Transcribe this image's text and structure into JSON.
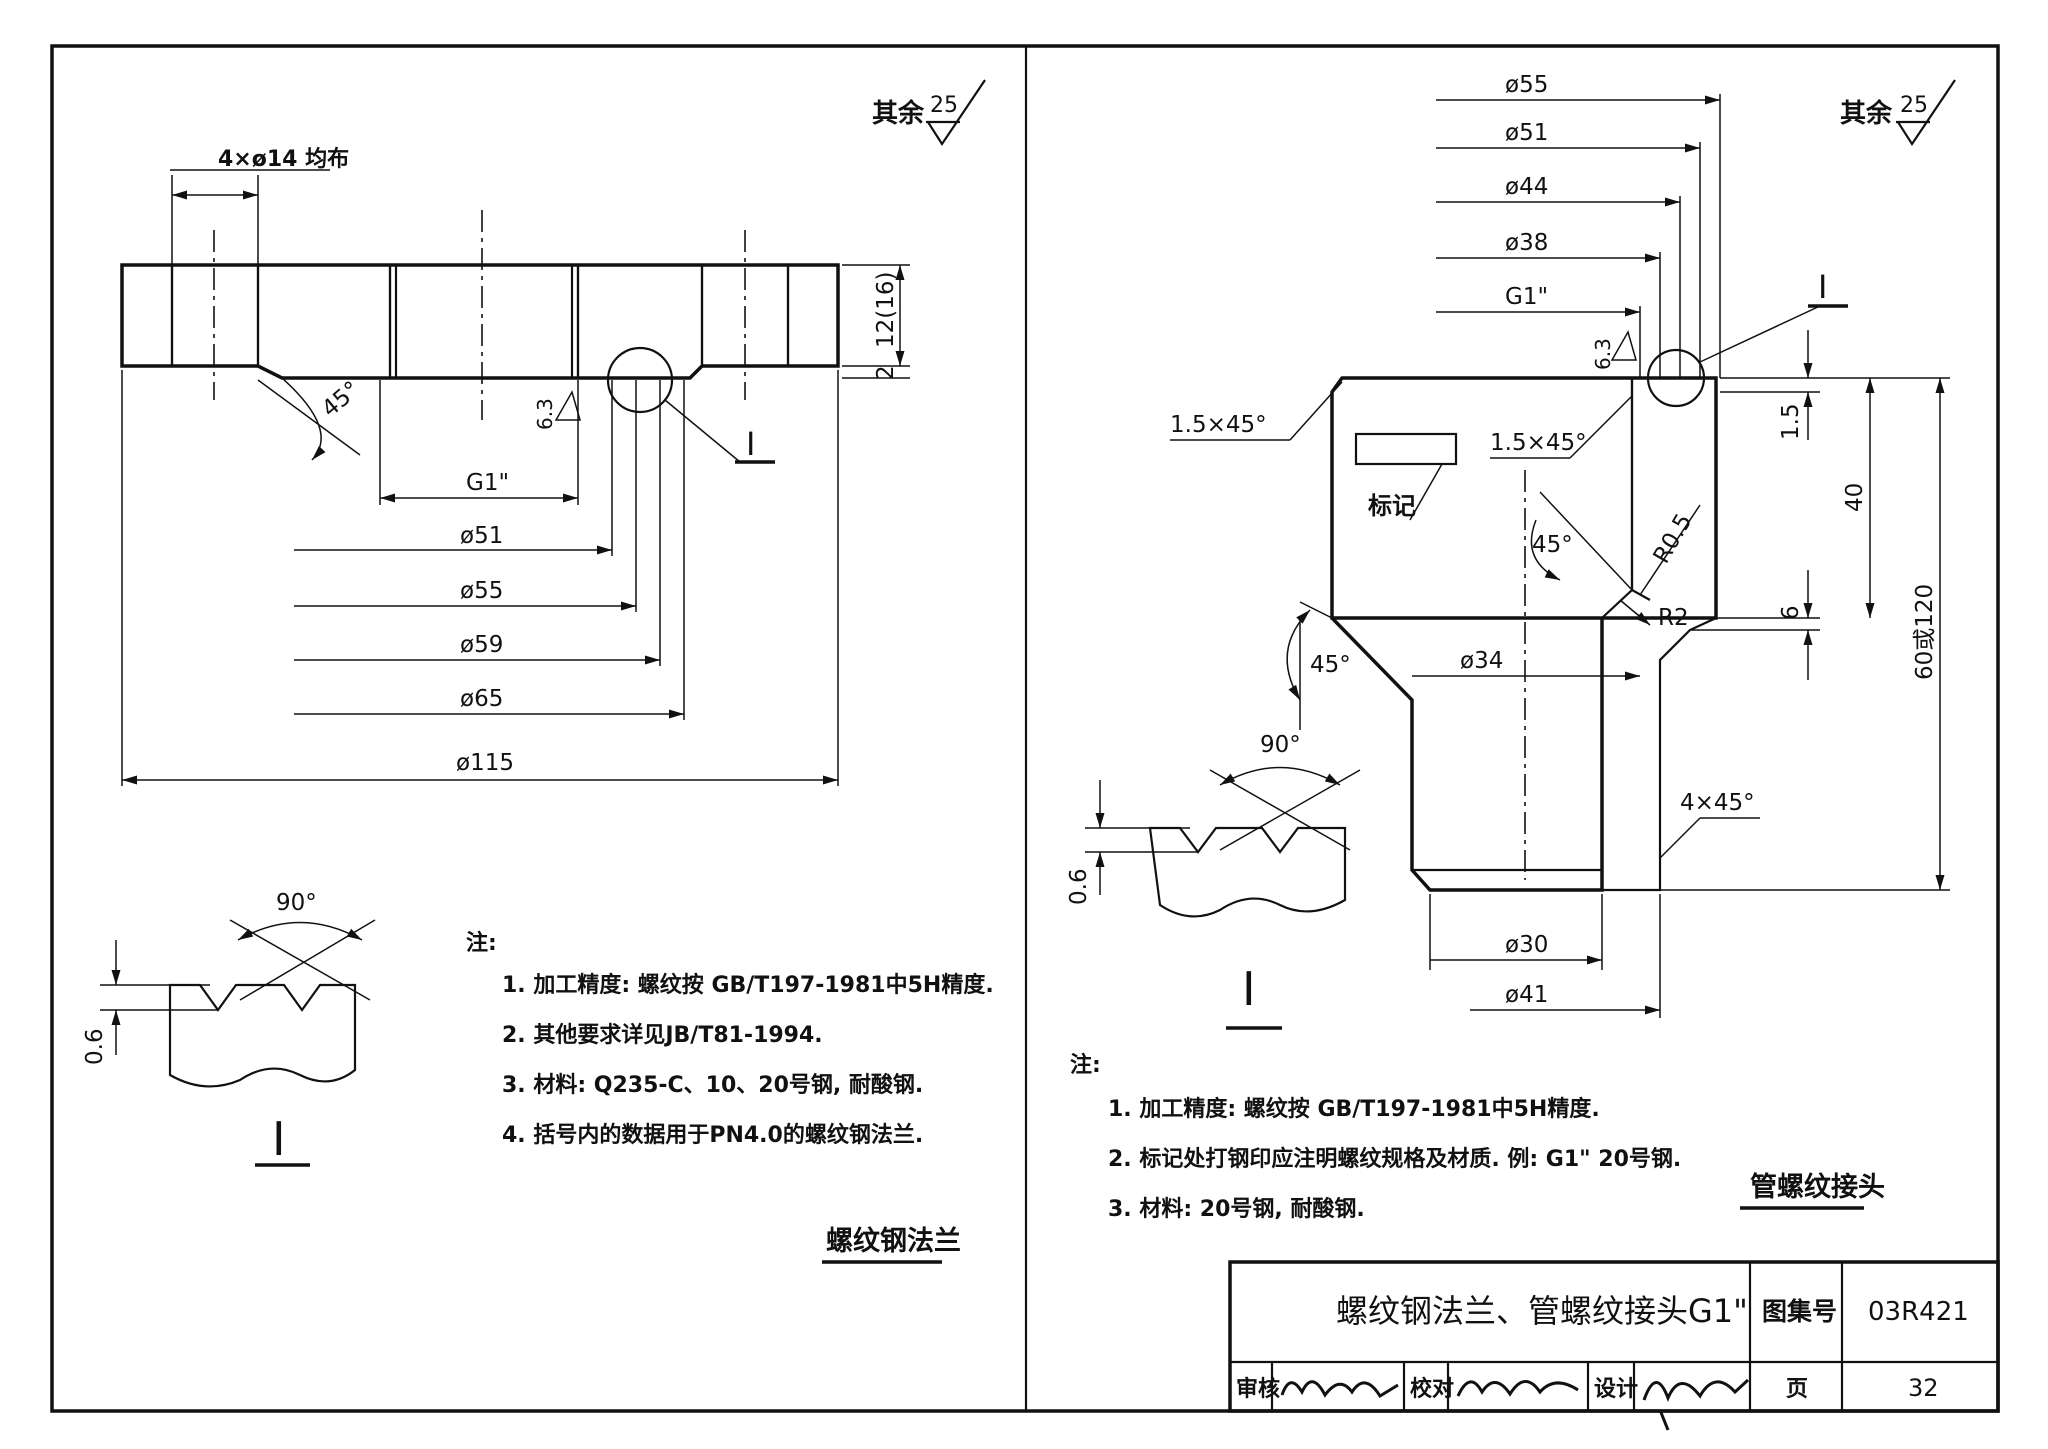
{
  "left": {
    "surface_mark_other": "其余",
    "surface_value_other": "25",
    "surface_value_bore": "6.3",
    "bolt_holes": "4×ø14 均布",
    "thickness": "12(16)",
    "face_height": "2",
    "chamfer_angle": "45°",
    "thread": "G1\"",
    "dia_51": "ø51",
    "dia_55": "ø55",
    "dia_59": "ø59",
    "dia_65": "ø65",
    "dia_115": "ø115",
    "detail_id": "I",
    "detail_angle": "90°",
    "detail_depth": "0.6",
    "notes_title": "注:",
    "notes": [
      "1. 加工精度: 螺纹按 GB/T197-1981中5H精度.",
      "2. 其他要求详见JB/T81-1994.",
      "3. 材料: Q235-C、10、20号钢, 耐酸钢.",
      "4. 括号内的数据用于PN4.0的螺纹钢法兰."
    ],
    "part_title": "螺纹钢法兰"
  },
  "right": {
    "surface_mark_other": "其余",
    "surface_value_other": "25",
    "surface_value_bore": "6.3",
    "dia_55": "ø55",
    "dia_51": "ø51",
    "dia_44": "ø44",
    "dia_38": "ø38",
    "thread": "G1\"",
    "detail_id": "I",
    "chamfer_outer": "1.5×45°",
    "chamfer_inner": "1.5×45°",
    "marking_label": "标记",
    "angle_45_inner": "45°",
    "radius_05": "R0.5",
    "radius_2": "R2",
    "angle_45_outer": "45°",
    "dia_34": "ø34",
    "angle_90": "90°",
    "chamfer_end": "4×45°",
    "dim_15": "1.5",
    "dim_40": "40",
    "dim_6": "6",
    "dim_length": "60或120",
    "detail_depth": "0.6",
    "dia_30": "ø30",
    "dia_41": "ø41",
    "notes_title": "注:",
    "notes": [
      "1. 加工精度: 螺纹按 GB/T197-1981中5H精度.",
      "2. 标记处打钢印应注明螺纹规格及材质. 例: G1\" 20号钢.",
      "3. 材料: 20号钢, 耐酸钢."
    ],
    "part_title": "管螺纹接头"
  },
  "title_block": {
    "title": "螺纹钢法兰、管螺纹接头G1\"",
    "atlas_label": "图集号",
    "atlas_value": "03R421",
    "review_label": "审核",
    "check_label": "校对",
    "design_label": "设计",
    "page_label": "页",
    "page_value": "32"
  }
}
